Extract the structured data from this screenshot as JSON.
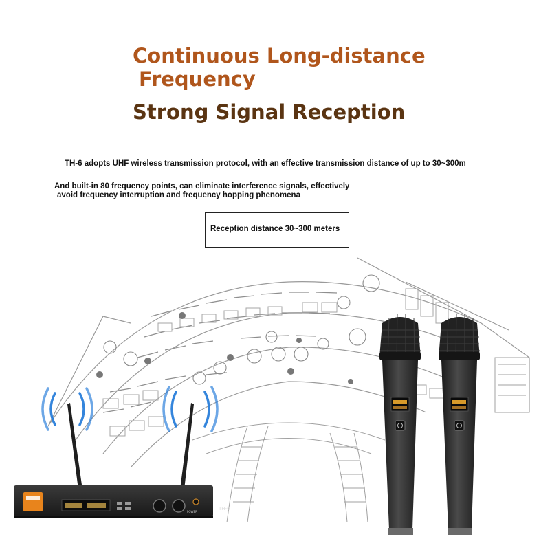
{
  "headline": {
    "line1": "Continuous Long-distance",
    "line2": "Frequency",
    "subline": "Strong Signal Reception"
  },
  "description": {
    "line1": "TH-6 adopts UHF wireless transmission protocol, with an effective transmission distance of up to 30~300m",
    "line2a": "And built-in 80 frequency points, can eliminate interference signals, effectively",
    "line2b": "avoid frequency interruption and frequency hopping phenomena"
  },
  "range_callout": "Reception distance 30~300 meters",
  "receiver": {
    "model_label": "TH-6",
    "power_label": "POWER"
  },
  "colors": {
    "headline": "#b0561c",
    "subline": "#5a3412",
    "signal_waves": "#1e78d8",
    "device_body": "#2b2b2b",
    "accent_orange": "#e8841c"
  },
  "icons": [
    "signal-wave-icon",
    "power-button-icon"
  ]
}
